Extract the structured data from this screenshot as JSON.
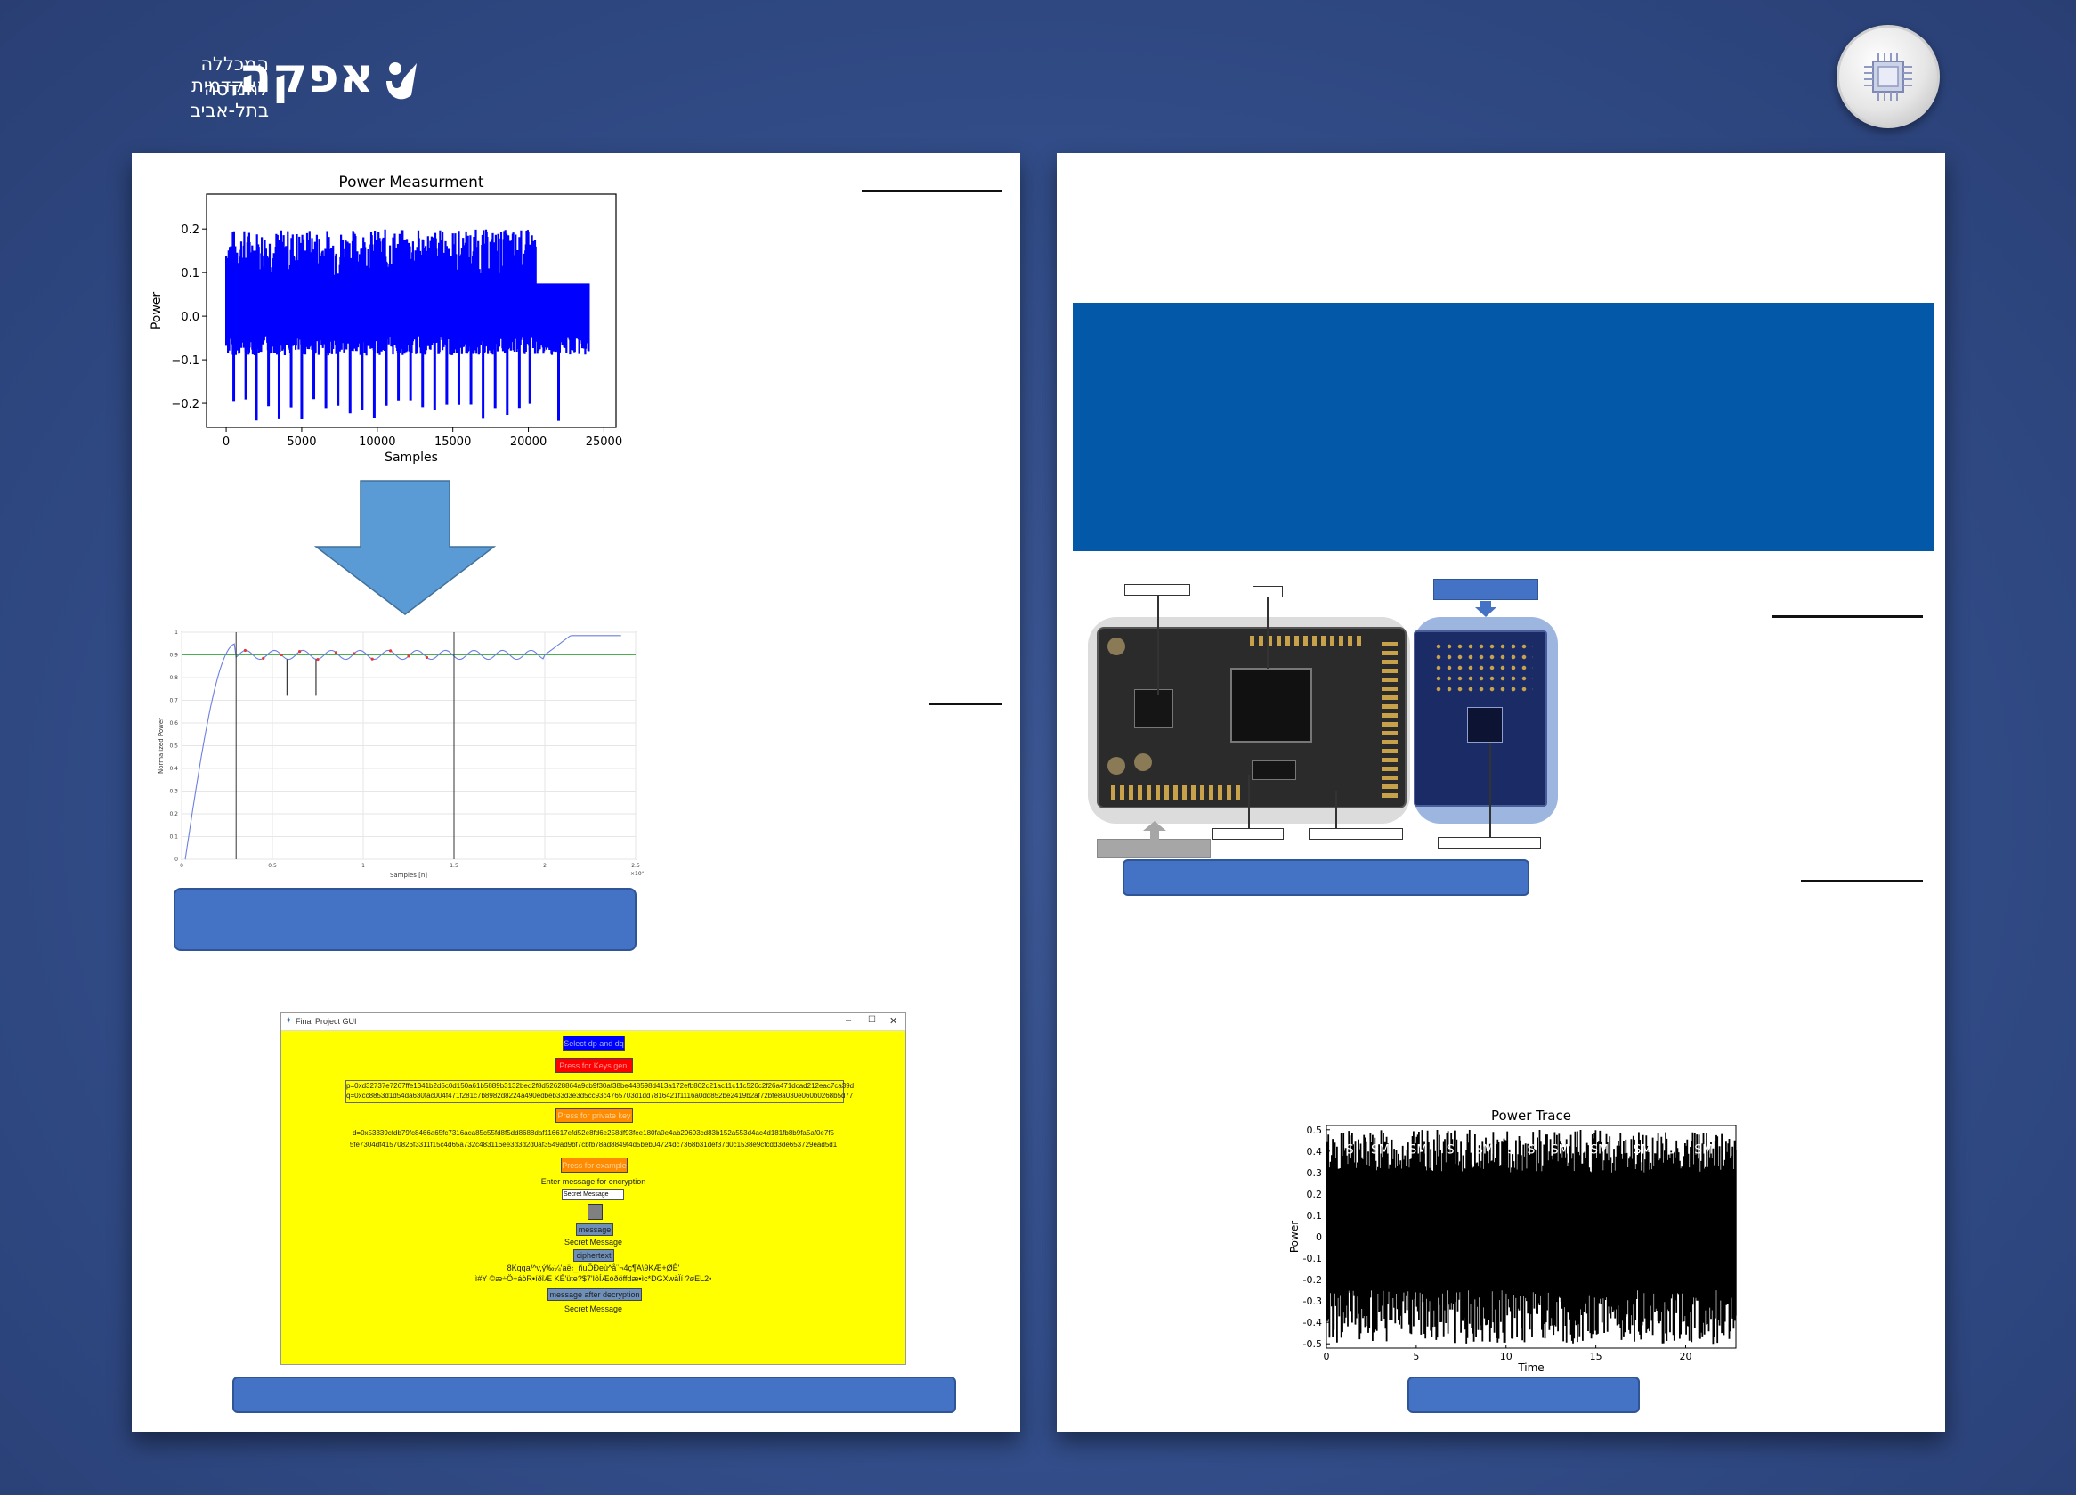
{
  "header": {
    "logo_line1": "המכללה האקדמית",
    "logo_line2": "להנדסה בתל-אביב",
    "logo_wordmark": "אפקה",
    "badge_icon": "chip-icon"
  },
  "power_measurement_chart": {
    "chart_data": {
      "type": "line",
      "title": "Power Measurment",
      "xlabel": "Samples",
      "ylabel": "Power",
      "xlim": [
        -1300,
        25800
      ],
      "ylim": [
        -0.255,
        0.28
      ],
      "xticks": [
        0,
        5000,
        10000,
        15000,
        20000,
        25000
      ],
      "xtick_labels": [
        "0",
        "5000",
        "10000",
        "15000",
        "20000",
        "25000"
      ],
      "yticks": [
        0.2,
        0.1,
        0.0,
        -0.1,
        -0.2
      ],
      "ytick_labels": [
        "0.2",
        "0.1",
        "0.0",
        "−0.1",
        "−0.2"
      ],
      "series_color": "#0000ff",
      "signal_range": [
        0,
        24000
      ],
      "spikes_x": [
        500,
        1300,
        2000,
        2800,
        3500,
        4300,
        5000,
        5800,
        6600,
        7400,
        8200,
        9000,
        9800,
        10600,
        11400,
        12200,
        13000,
        13800,
        14600,
        15400,
        16200,
        17000,
        17800,
        18600,
        19400,
        20100,
        22000
      ]
    }
  },
  "normalized_power_chart": {
    "chart_data": {
      "type": "line",
      "xlabel": "Samples [n]",
      "ylabel": "Normalized Power",
      "xlim": [
        0,
        2.5
      ],
      "ylim": [
        0,
        1
      ],
      "xticks": [
        "0",
        "0.5",
        "1",
        "1.5",
        "2",
        "2.5"
      ],
      "yticks": [
        "0",
        "0.1",
        "0.2",
        "0.3",
        "0.4",
        "0.5",
        "0.6",
        "0.7",
        "0.8",
        "0.9",
        "1"
      ],
      "x_multiplier": "×10⁴",
      "threshold": 0.9,
      "vertical_markers_x": [
        0.3,
        1.5
      ]
    }
  },
  "gui_window": {
    "title": "Final Project GUI",
    "btn_select": "Select dp and dq",
    "btn_keys": "Press for Keys gen.",
    "p_line": "p=0xd32737e7267ffe1341b2d5c0d150a61b5889b3132bed2f8d52628864a9cb9f30af38be448598d413a172efb802c21ac11c11c520c2f26a471dcad212eac7ca39d",
    "q_line": "q=0xcc8853d1d54da630fac004f471f281c7b8982d8224a490edbeb33d3e3d5cc93c4765703d1dd7816421f1116a0dd852be2419b2af72bfe8a030e060b0268b5d77",
    "btn_private": "Press for private key",
    "d_line1": "d=0x53339cfdb79fc8466a65fc7316aca85c55fd8f5dd8688daf116617efd52e8fd6e258df93fee180fa0e4ab29693cd83b152a553d4ac4d181fb8b9fa5af0e7f5",
    "d_line2": "5fe7304df41570826f3311f15c4d65a732c483116ee3d3d2d0af3549ad9bf7cbfb78ad8849f4d5beb04724dc7368b31def37d0c1538e9cfcdd3de653729ead5d1",
    "btn_example": "Press for example",
    "enter_label": "Enter message for encryption",
    "input_value": "Secret Message",
    "btn_message": "message",
    "message_text": "Secret Message",
    "btn_ciphertext": "ciphertext",
    "cipher_line1": "8Kqqa/^v,ý‰¼'aë‹_ñuÖÐeù^å¨¬4ç¶A\\9KÆ+ØÈ'",
    "cipher_line2": "ì#Y ©æ÷Ö+áòR•íðîÆ KÉ'üte?$7'IôÍÆóðöffdæ•ìc*DGXwàÏí ?øEL2•",
    "btn_after": "message after decryption",
    "decrypted_text": "Secret Message"
  },
  "power_trace_chart": {
    "chart_data": {
      "type": "line",
      "title": "Power Trace",
      "xlabel": "Time",
      "ylabel": "Power",
      "xlim": [
        0,
        22.8
      ],
      "ylim": [
        -0.52,
        0.52
      ],
      "xticks": [
        "0",
        "5",
        "10",
        "15",
        "20"
      ],
      "yticks": [
        "0.5",
        "0.4",
        "0.3",
        "0.2",
        "0.1",
        "0",
        "-0.1",
        "-0.2",
        "-0.3",
        "-0.4",
        "-0.5"
      ],
      "series_color": "#000000",
      "annotations": [
        "S",
        "SM",
        "SM",
        "S",
        "SM",
        "S",
        "S",
        "SM",
        "SM",
        "SM",
        "S",
        "SM"
      ],
      "annotation_x": [
        1.3,
        3.0,
        5.1,
        6.9,
        8.8,
        10.3,
        11.4,
        13.0,
        15.2,
        17.6,
        19.2,
        21.0
      ]
    }
  },
  "colors": {
    "background": "#34508e",
    "panel": "#ffffff",
    "button_fill": "#4472c4",
    "banner": "#0359a8",
    "arrow": "#5b9bd5",
    "gui_background": "#ffff00"
  }
}
